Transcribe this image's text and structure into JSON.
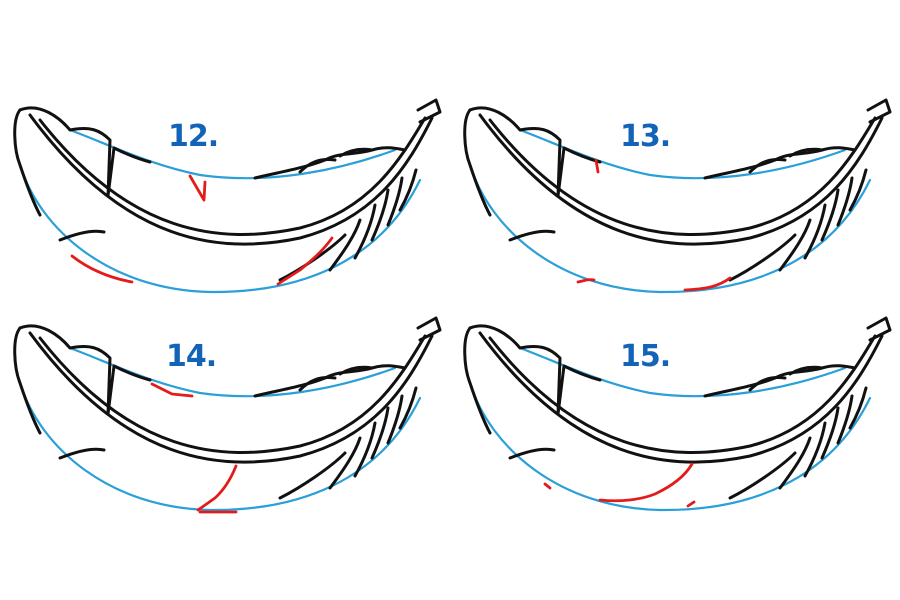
{
  "colors": {
    "label": "#1363b8",
    "guide": "#2a9fd8",
    "outline": "#111111",
    "new_stroke": "#e41b1b",
    "background": "#ffffff"
  },
  "steps": [
    {
      "label": "12."
    },
    {
      "label": "13."
    },
    {
      "label": "14."
    },
    {
      "label": "15."
    }
  ]
}
